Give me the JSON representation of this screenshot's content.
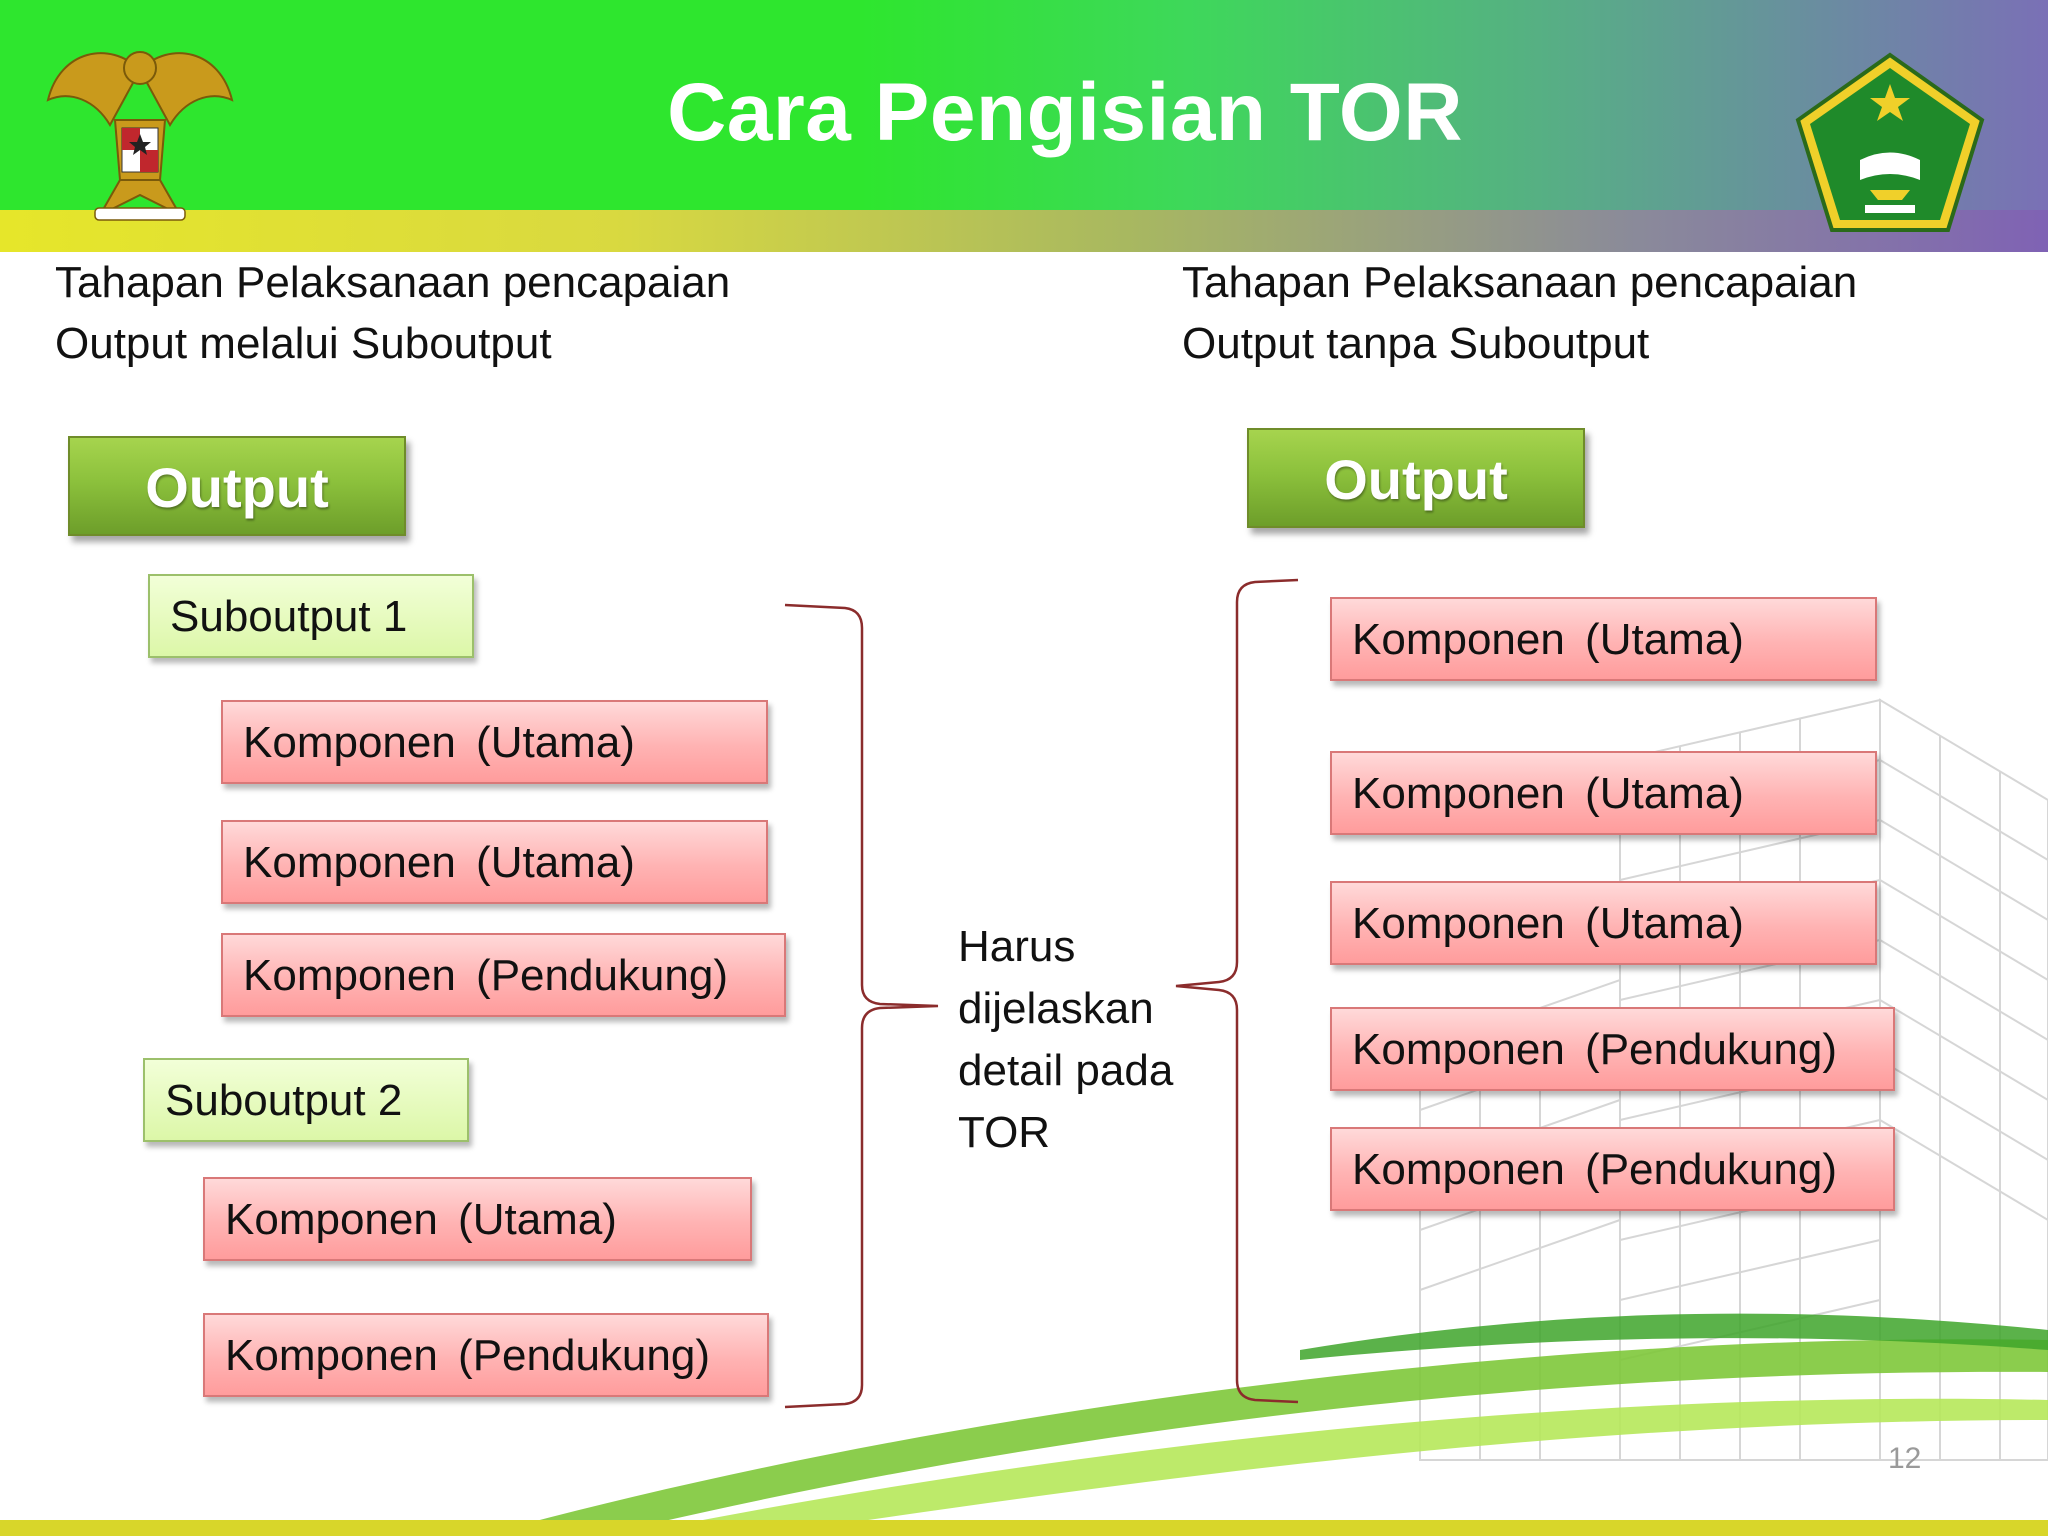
{
  "title": "Cara Pengisian TOR",
  "left": {
    "heading_line1": "Tahapan Pelaksanaan pencapaian",
    "heading_line2": "Output melalui Suboutput",
    "output_label": "Output",
    "suboutputs": [
      {
        "label": "Suboutput 1",
        "components": [
          "Komponen  (Utama)",
          "Komponen  (Utama)",
          "Komponen  (Pendukung)"
        ]
      },
      {
        "label": "Suboutput 2",
        "components": [
          "Komponen  (Utama)",
          "Komponen  (Pendukung)"
        ]
      }
    ]
  },
  "right": {
    "heading_line1": "Tahapan Pelaksanaan pencapaian",
    "heading_line2": "Output tanpa Suboutput",
    "output_label": "Output",
    "components": [
      "Komponen  (Utama)",
      "Komponen  (Utama)",
      "Komponen  (Utama)",
      "Komponen  (Pendukung)",
      "Komponen  (Pendukung)"
    ]
  },
  "note": {
    "line1": "Harus",
    "line2": "dijelaskan",
    "line3": "detail pada",
    "line4": "TOR"
  },
  "page_number": "12",
  "colors": {
    "header_green": "#2ee62e",
    "header_purple": "#7a70b6",
    "output_green": "#8cc13c",
    "suboutput_fill": "#dcf7a8",
    "komponen_fill": "#ffb3b3",
    "brace_color": "#8b2c2c"
  },
  "icons": {
    "left_emblem": "garuda-emblem-icon",
    "right_emblem": "ministry-emblem-icon"
  }
}
